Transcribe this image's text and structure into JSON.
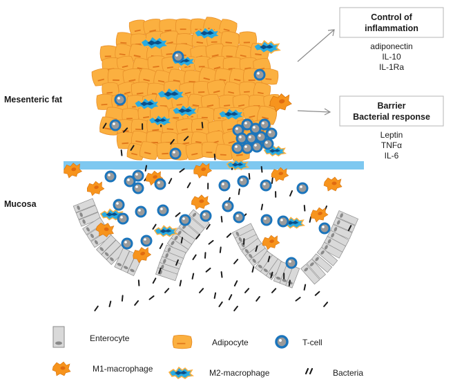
{
  "regions": {
    "mesenteric_fat": "Mesenteric fat",
    "mucosa": "Mucosa"
  },
  "effects": [
    {
      "title_lines": [
        "Control of",
        "inflammation"
      ],
      "mediators": [
        "adiponectin",
        "IL-10",
        "IL-1Ra"
      ]
    },
    {
      "title_lines": [
        "Barrier",
        "Bacterial response"
      ],
      "mediators": [
        "Leptin",
        "TNFα",
        "IL-6"
      ]
    }
  ],
  "legend": {
    "enterocyte": "Enterocyte",
    "adipocyte": "Adipocyte",
    "tcell": "T-cell",
    "m1": "M1-macrophage",
    "m2": "M2-macrophage",
    "bacteria": "Bacteria"
  },
  "colors": {
    "adipocyte": "#fbb040",
    "adipocyte_edge": "#e8902a",
    "m1": "#f7941d",
    "m2": "#29abe2",
    "tcell_ring": "#1b75bc",
    "tcell_core": "#9a9a9a",
    "membrane": "#7ec8f0",
    "enterocyte": "#d9d9d9",
    "bacteria": "#1a1a1a"
  }
}
